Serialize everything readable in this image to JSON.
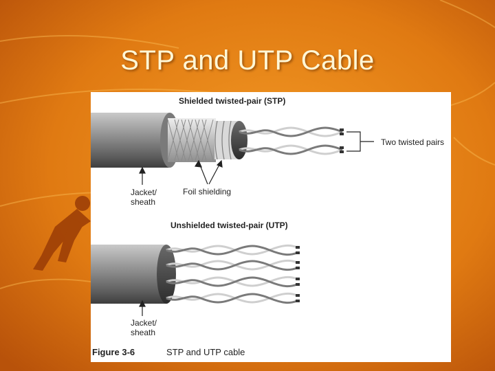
{
  "slide": {
    "title": "STP and UTP Cable",
    "colors": {
      "background": "#e07a12",
      "title": "#fff7d6",
      "cable_jacket": "#8a8a8a"
    }
  },
  "figure": {
    "stp": {
      "heading": "Shielded twisted-pair (STP)",
      "jacket_label_line1": "Jacket/",
      "jacket_label_line2": "sheath",
      "foil_label": "Foil shielding",
      "pairs_label": "Two twisted pairs"
    },
    "utp": {
      "heading": "Unshielded twisted-pair (UTP)",
      "jacket_label_line1": "Jacket/",
      "jacket_label_line2": "sheath"
    },
    "caption_number": "Figure 3-6",
    "caption_text": "STP and UTP cable"
  }
}
